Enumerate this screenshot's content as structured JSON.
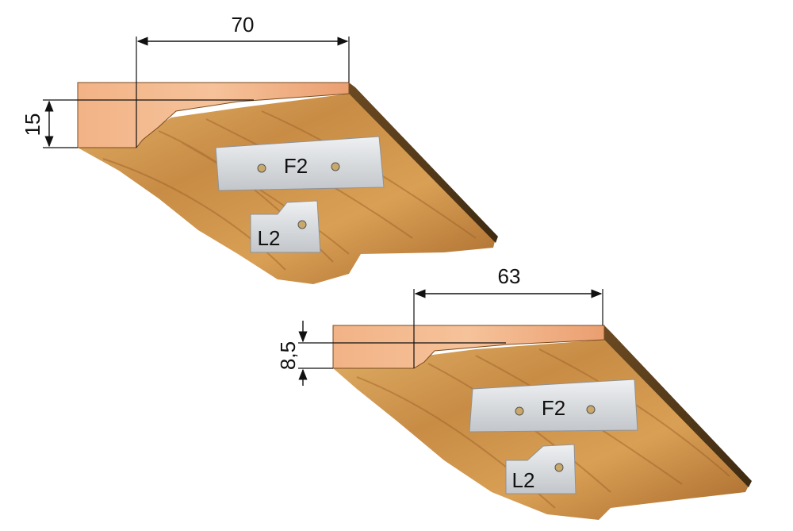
{
  "colors": {
    "wood_face_light": "#f4b98a",
    "wood_face_dark": "#e79a6a",
    "wood_body_light": "#d8a25a",
    "wood_body_mid": "#b5793a",
    "wood_body_dark": "#7a4a1e",
    "knife_light": "#e6e8ea",
    "knife_dark": "#b8bcc0",
    "hole": "#c9a86a",
    "line": "#111111"
  },
  "profile_top": {
    "width_dim": "70",
    "depth_dim": "15",
    "knife_large_label": "F2",
    "knife_small_label": "L2"
  },
  "profile_bottom": {
    "width_dim": "63",
    "depth_dim": "8,5",
    "knife_large_label": "F2",
    "knife_small_label": "L2"
  }
}
